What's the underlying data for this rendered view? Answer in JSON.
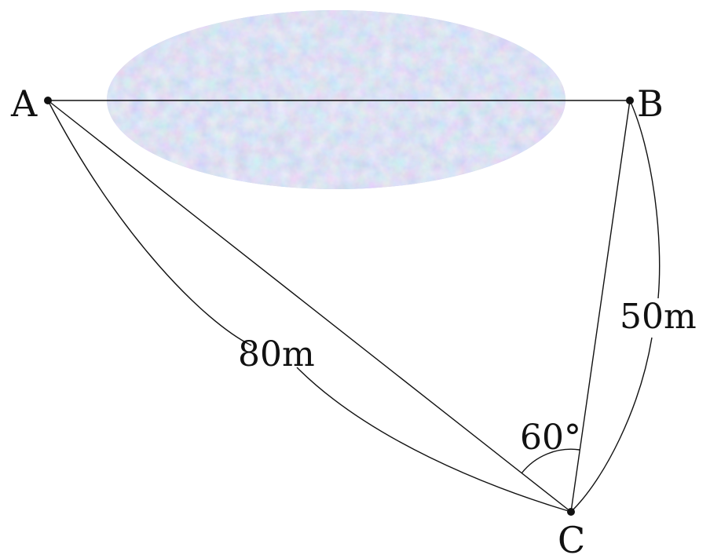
{
  "diagram": {
    "points": {
      "A": "A",
      "B": "B",
      "C": "C"
    },
    "labels": {
      "AC": "80m",
      "BC": "50m",
      "angle_C": "60°"
    },
    "colors": {
      "line": "#111111",
      "lake_a": "#a9c6f0",
      "lake_b": "#c9b6ea",
      "lake_c": "#9fd0ec"
    },
    "lake_texture": "blue-purple mottled ellipse"
  }
}
